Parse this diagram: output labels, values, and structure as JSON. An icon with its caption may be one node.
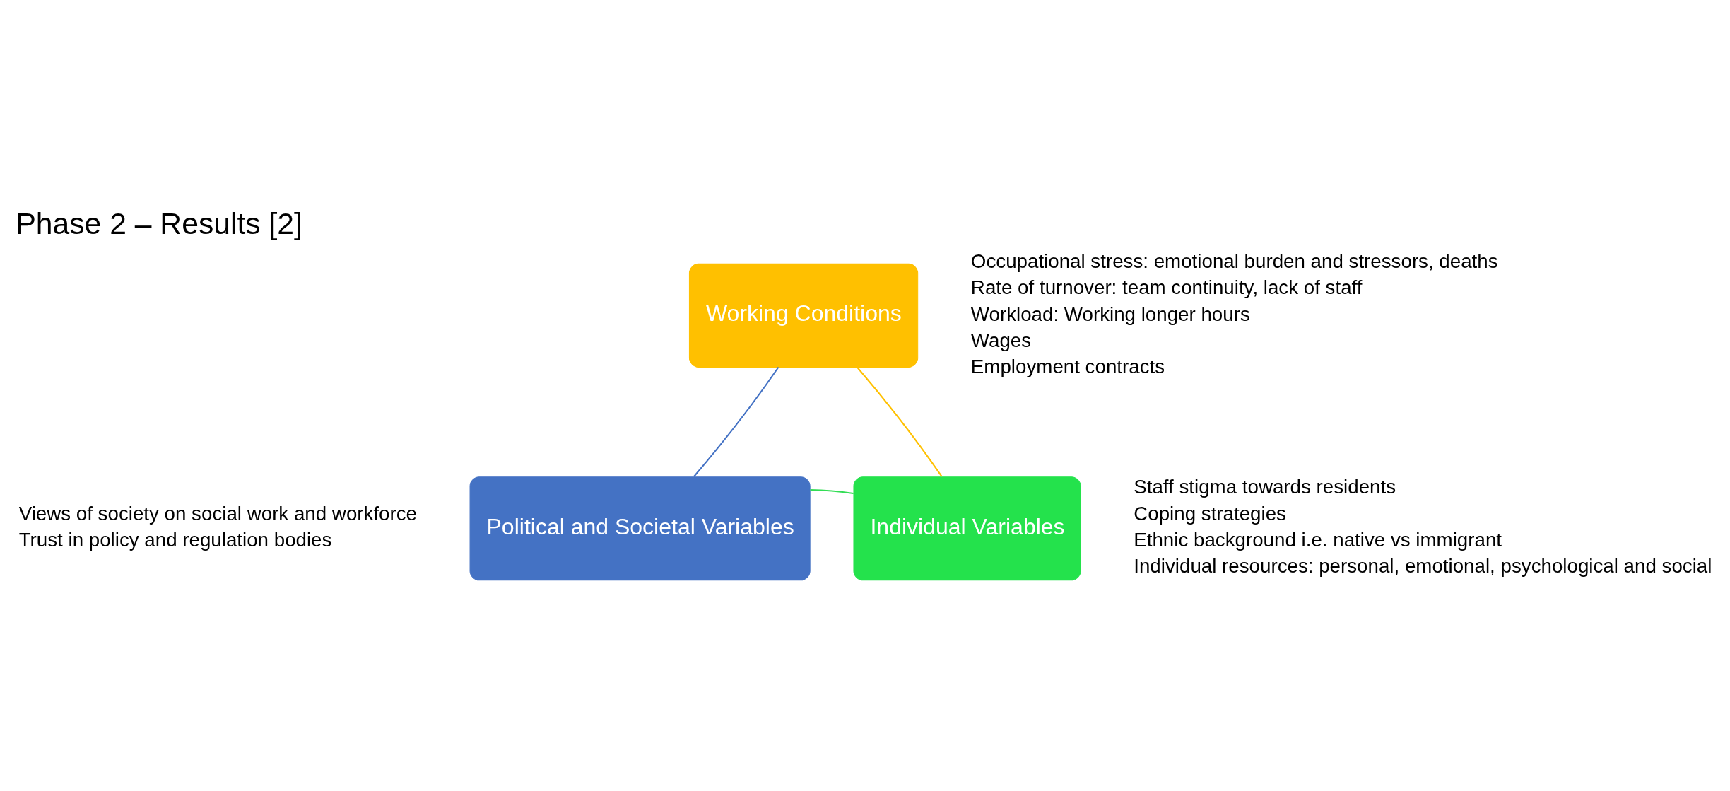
{
  "diagram": {
    "title": "Phase 2 – Results [2]",
    "nodes": [
      {
        "text": [
          "Working Conditions"
        ],
        "beside": [
          "Occupational stress: emotional burden and stressors, deaths",
          "Rate of turnover: team continuity, lack of staff",
          "Workload: Working longer hours",
          "Wages",
          "Employment contracts"
        ]
      },
      {
        "text": [
          "Political and Societal Variables"
        ],
        "beside": [
          "Views of society on social work and workforce",
          "Trust in policy and regulation bodies"
        ]
      },
      {
        "text": [
          "Individual Variables"
        ],
        "beside": [
          "Staff stigma towards residents",
          "Coping strategies",
          "Ethnic background i.e. native vs immigrant",
          "Individual resources: personal, emotional, psychological and social"
        ]
      }
    ],
    "edges": [
      {
        "from": 0,
        "to": 2,
        "arrow": "none",
        "color": "#ffc000"
      },
      {
        "from": 1,
        "to": 2,
        "arrow": "none",
        "color": "#33dd55"
      },
      {
        "from": 1,
        "to": 0,
        "arrow": "none",
        "color": "#4472c4"
      }
    ]
  }
}
